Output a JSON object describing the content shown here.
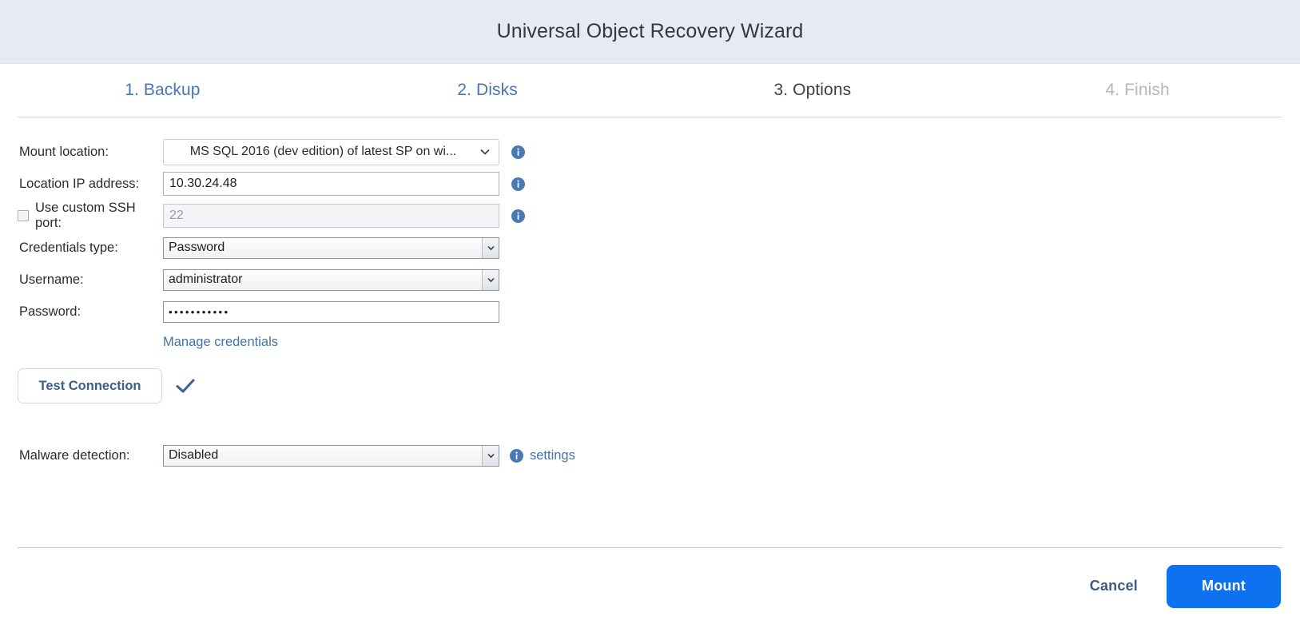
{
  "window": {
    "title": "Universal Object Recovery Wizard"
  },
  "steps": [
    {
      "label": "1. Backup",
      "state": "done"
    },
    {
      "label": "2. Disks",
      "state": "done"
    },
    {
      "label": "3. Options",
      "state": "current"
    },
    {
      "label": "4. Finish",
      "state": "disabled"
    }
  ],
  "form": {
    "mount_location": {
      "label": "Mount location:",
      "value": "MS SQL 2016 (dev edition) of latest SP on wi...",
      "info_icon": "info-icon"
    },
    "location_ip": {
      "label": "Location IP address:",
      "value": "10.30.24.48",
      "info_icon": "info-icon"
    },
    "ssh_port": {
      "label": "Use custom SSH port:",
      "checked": false,
      "value": "",
      "placeholder": "22",
      "info_icon": "info-icon"
    },
    "credentials_type": {
      "label": "Credentials type:",
      "value": "Password"
    },
    "username": {
      "label": "Username:",
      "value": "administrator"
    },
    "password": {
      "label": "Password:",
      "value": "•••••••••••"
    },
    "manage_credentials_link": "Manage credentials",
    "test_connection": {
      "label": "Test Connection",
      "status_icon": "check-icon"
    },
    "malware_detection": {
      "label": "Malware detection:",
      "value": "Disabled",
      "info_icon": "info-icon",
      "settings_link": "settings"
    }
  },
  "footer": {
    "cancel_label": "Cancel",
    "mount_label": "Mount"
  },
  "colors": {
    "header_bg": "#e7eaf1",
    "step_done": "#4775ac",
    "step_current": "#3b3f46",
    "step_disabled": "#b3b6ba",
    "link": "#4572a7",
    "primary_button": "#0d72ef",
    "info_icon": "#4a7ab5",
    "check_icon": "#3d6494",
    "cancel_text": "#3d5a80"
  }
}
